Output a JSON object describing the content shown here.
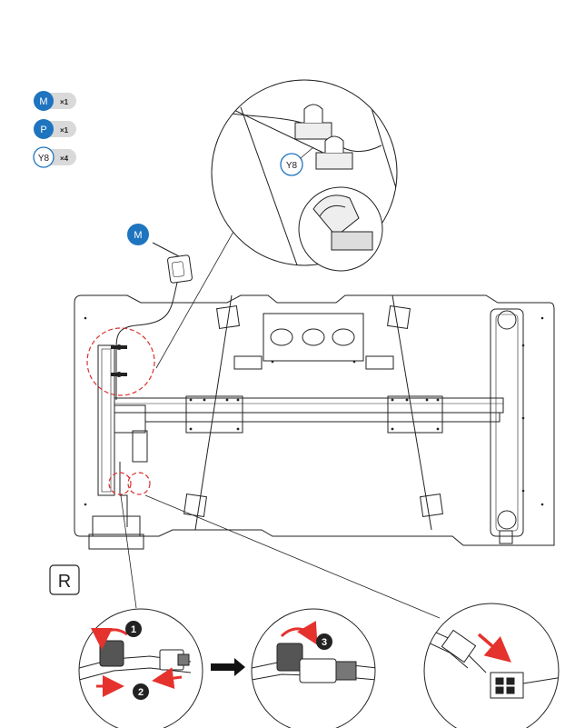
{
  "parts": [
    {
      "badge": "M",
      "qty": "×1",
      "style": "filled"
    },
    {
      "badge": "P",
      "qty": "×1",
      "style": "filled"
    },
    {
      "badge": "Y8",
      "qty": "×4",
      "style": "outline"
    }
  ],
  "callouts": {
    "adapter_badge": "M",
    "clip_badge": "Y8",
    "view_label": "R"
  },
  "steps": [
    "1",
    "2",
    "3"
  ],
  "colors": {
    "badge_blue": "#1f74bf",
    "arrow_red": "#e5322d",
    "line": "#222222",
    "qty_pill": "#d9d9d9",
    "dash_red": "#d9302c"
  },
  "icons": {
    "power_adapter": "power-adapter-icon",
    "cable_clip": "cable-clip-icon",
    "rotate_arrow": "rotate-arrow-icon",
    "push_arrow": "push-arrow-icon",
    "next_arrow": "next-step-arrow-icon"
  }
}
